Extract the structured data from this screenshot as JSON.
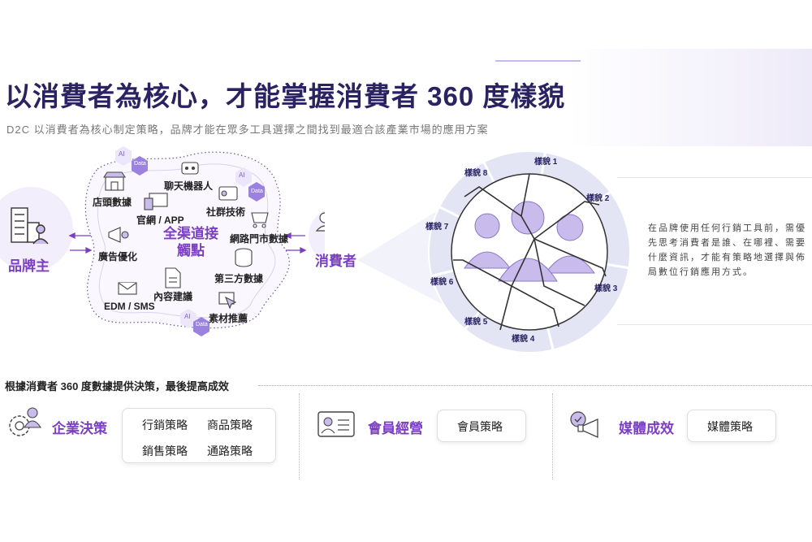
{
  "header": {
    "title": "以消費者為核心，才能掌握消費者 360 度樣貌",
    "subtitle": "D2C 以消費者為核心制定策略，品牌才能在眾多工具選擇之間找到最適合該產業市場的應用方案"
  },
  "diagram": {
    "brand_label": "品牌主",
    "consumer_label": "消費者",
    "center_label": "全渠道接觸點",
    "badges": [
      {
        "top": "AI",
        "bottom": "Data"
      },
      {
        "top": "AI",
        "bottom": "Data"
      },
      {
        "top": "AI",
        "bottom": "Data"
      }
    ],
    "touchpoints": {
      "chatbot": "聊天機器人",
      "store": "店頭數據",
      "web": "官網 / APP",
      "social": "社群技術",
      "ads": "廣告優化",
      "ecommerce": "網路門市數據",
      "thirdparty": "第三方數據",
      "content": "內容建議",
      "edm": "EDM / SMS",
      "material": "素材推薦"
    }
  },
  "facets": [
    "樣貌 1",
    "樣貌 2",
    "樣貌 3",
    "樣貌 4",
    "樣貌 5",
    "樣貌 6",
    "樣貌 7",
    "樣貌 8"
  ],
  "side_text": "在品牌使用任何行銷工具前，需優先思考消費者是誰、在哪裡、需要什麼資訊，才能有策略地選擇與佈局數位行銷應用方式。",
  "bottom": {
    "section_title": "根據消費者 360 度數據提供決策，最後提高成效",
    "groups": [
      {
        "title": "企業決策",
        "items": [
          "行銷策略",
          "商品策略",
          "銷售策略",
          "通路策略"
        ]
      },
      {
        "title": "會員經營",
        "items": [
          "會員策略"
        ]
      },
      {
        "title": "媒體成效",
        "items": [
          "媒體策略"
        ]
      }
    ]
  },
  "colors": {
    "accent": "#7b3fc4",
    "title": "#2a2363",
    "ring": "#e3e5f4",
    "person": "#c9bcec"
  }
}
